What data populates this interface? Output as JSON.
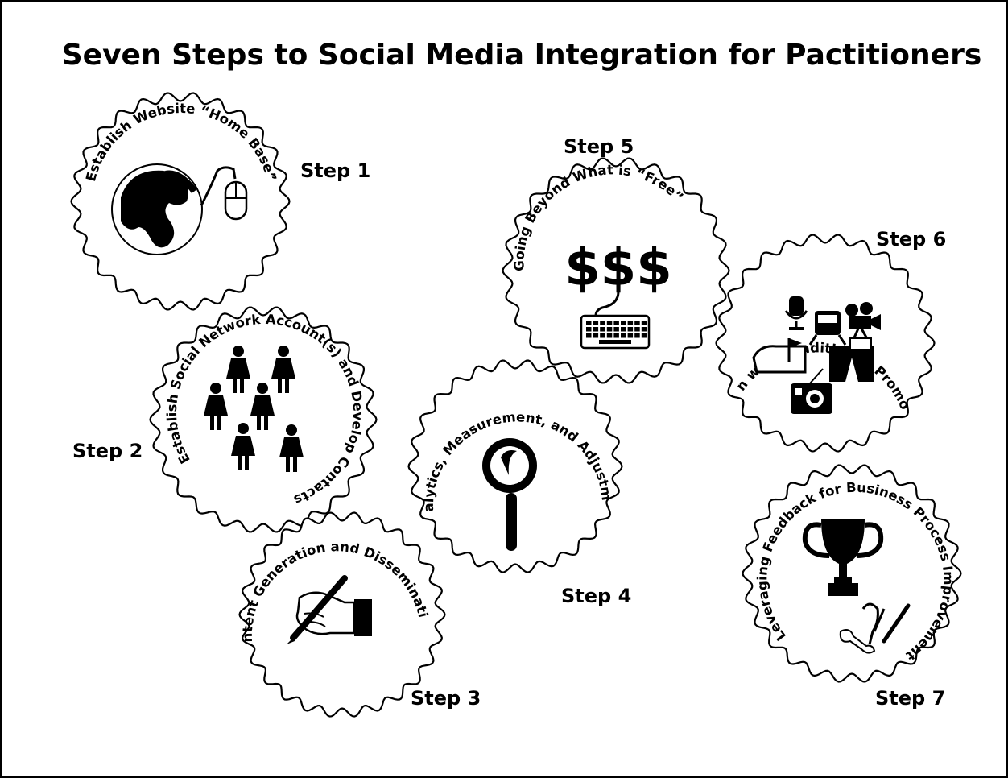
{
  "title": "Seven Steps to Social Media Integration for Pactitioners",
  "steps": [
    {
      "label": "Step 1",
      "text": "Establish Website “Home Base”",
      "icon": "globe-mouse-icon"
    },
    {
      "label": "Step 2",
      "text": "Establish Social Network Account(s) and Develop Contacts",
      "icon": "people-icon"
    },
    {
      "label": "Step 3",
      "text": "Content Generation and Dissemination",
      "icon": "writing-hand-icon"
    },
    {
      "label": "Step 4",
      "text": "Analytics, Measurement, and Adjustment",
      "icon": "magnifier-icon"
    },
    {
      "label": "Step 5",
      "text": "Going Beyond What is “Free”",
      "icon": "dollars-keyboard-icon",
      "symbol": "$$$"
    },
    {
      "label": "Step 6",
      "text": "Integration with (Traditional) Promotional Mix",
      "icon": "media-icons"
    },
    {
      "label": "Step 7",
      "text": "Leveraging Feedback for Business Process Improvement",
      "icon": "trophy-tools-icon"
    }
  ]
}
